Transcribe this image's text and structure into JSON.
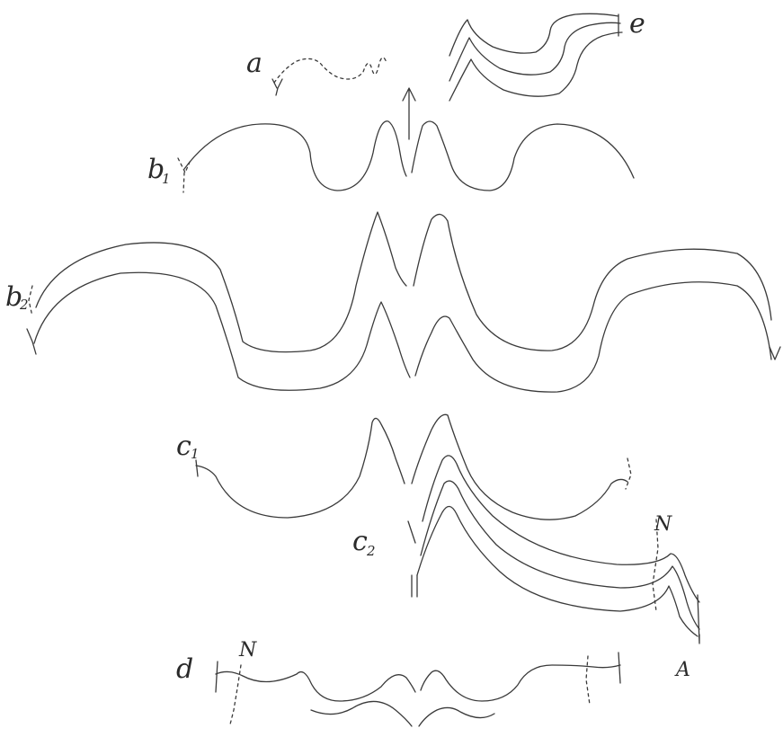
{
  "labels": {
    "a": "a",
    "b1": "b",
    "b1_sub": "1",
    "b2": "b",
    "b2_sub": "2",
    "c1": "c",
    "c1_sub": "1",
    "c2": "c",
    "c2_sub": "2",
    "d": "d",
    "e": "e",
    "N_upper": "N",
    "N_lower": "N",
    "A": "A"
  }
}
